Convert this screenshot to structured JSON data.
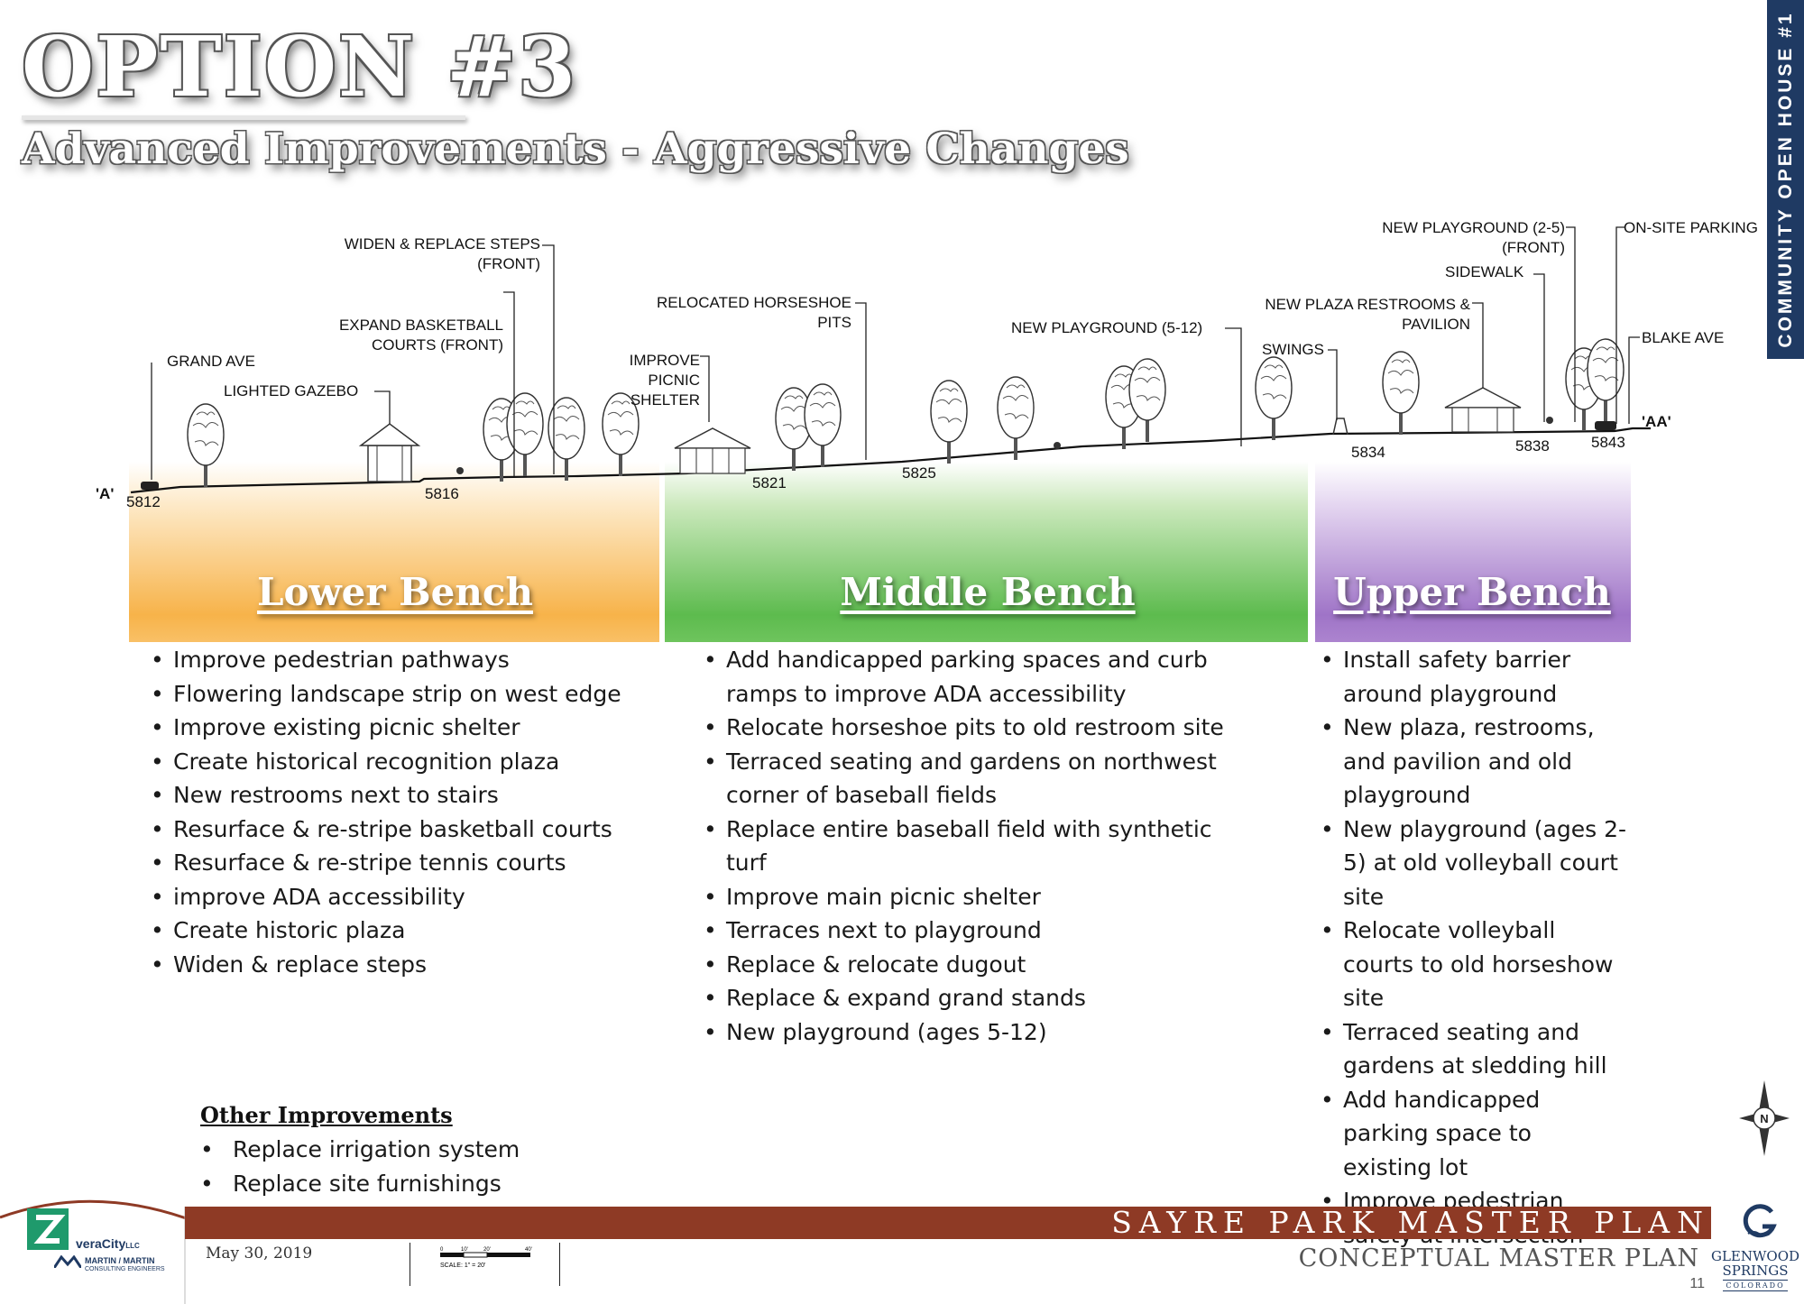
{
  "header": {
    "title": "OPTION #3",
    "subtitle": "Advanced Improvements - Aggressive Changes",
    "side_tab": "COMMUNITY OPEN HOUSE #1"
  },
  "section": {
    "start_marker": "'A'",
    "end_marker": "'AA'",
    "labels": {
      "grand_ave": "GRAND AVE",
      "lighted_gazebo": "LIGHTED GAZEBO",
      "expand_basketball_1": "EXPAND BASKETBALL",
      "expand_basketball_2": "COURTS (FRONT)",
      "widen_steps_1": "WIDEN & REPLACE STEPS",
      "widen_steps_2": "(FRONT)",
      "horseshoe_1": "RELOCATED HORSESHOE",
      "horseshoe_2": "PITS",
      "picnic_1": "IMPROVE",
      "picnic_2": "PICNIC",
      "picnic_3": "SHELTER",
      "new_playground_512": "NEW PLAYGROUND (5-12)",
      "swings": "SWINGS",
      "plaza_1": "NEW PLAZA RESTROOMS &",
      "plaza_2": "PAVILION",
      "new_playground_25_1": "NEW PLAYGROUND (2-5)",
      "new_playground_25_2": "(FRONT)",
      "sidewalk": "SIDEWALK",
      "onsite_parking": "ON-SITE PARKING",
      "blake_ave": "BLAKE AVE"
    },
    "elevations": [
      "5812",
      "5816",
      "5821",
      "5825",
      "5834",
      "5838",
      "5843"
    ]
  },
  "benches": {
    "lower": {
      "title": "Lower Bench",
      "color": "#f7b34a",
      "items": [
        "Improve pedestrian pathways",
        "Flowering landscape strip on west edge",
        "Improve existing picnic shelter",
        "Create historical recognition plaza",
        "New restrooms next to stairs",
        "Resurface & re-stripe basketball courts",
        "Resurface & re-stripe tennis courts",
        "improve ADA accessibility",
        "Create historic plaza",
        "Widen & replace steps"
      ]
    },
    "middle": {
      "title": "Middle Bench",
      "color": "#5dbb4e",
      "items": [
        "Add handicapped parking spaces and curb ramps to improve ADA accessibility",
        "Relocate horseshoe pits to old restroom site",
        "Terraced seating and gardens on northwest corner of baseball fields",
        "Replace entire baseball field with synthetic turf",
        "Improve main picnic shelter",
        "Terraces next to playground",
        "Replace & relocate dugout",
        "Replace & expand grand stands",
        "New playground (ages 5-12)"
      ]
    },
    "upper": {
      "title": "Upper Bench",
      "color": "#9f74c7",
      "items": [
        "Install safety barrier around playground",
        "New plaza, restrooms, and pavilion and old playground",
        "New playground (ages 2-5) at old volleyball court site",
        "Relocate volleyball courts to old horseshow site",
        "Terraced seating and gardens at sledding hill",
        "Add handicapped parking space to existing lot",
        "Improve pedestrian safety at intersection"
      ]
    }
  },
  "other": {
    "title": "Other Improvements",
    "items": [
      "Replace irrigation system",
      "Replace site furnishings"
    ]
  },
  "footer": {
    "title": "SAYRE PARK MASTER PLAN",
    "subtitle": "CONCEPTUAL MASTER PLAN",
    "page": "11",
    "date": "May 30, 2019",
    "scale_label": "SCALE: 1\" = 20'",
    "scale_ticks": [
      "0",
      "10'",
      "20'",
      "40'"
    ],
    "logo_veracity": "veraCity",
    "logo_veracity_suffix": "LLC",
    "logo_martin": "MARTIN / MARTIN",
    "logo_martin_sub": "CONSULTING ENGINEERS",
    "logo_glenwood_1": "GLENWOOD",
    "logo_glenwood_2": "SPRINGS",
    "logo_glenwood_3": "COLORADO",
    "compass_letter": "N"
  }
}
